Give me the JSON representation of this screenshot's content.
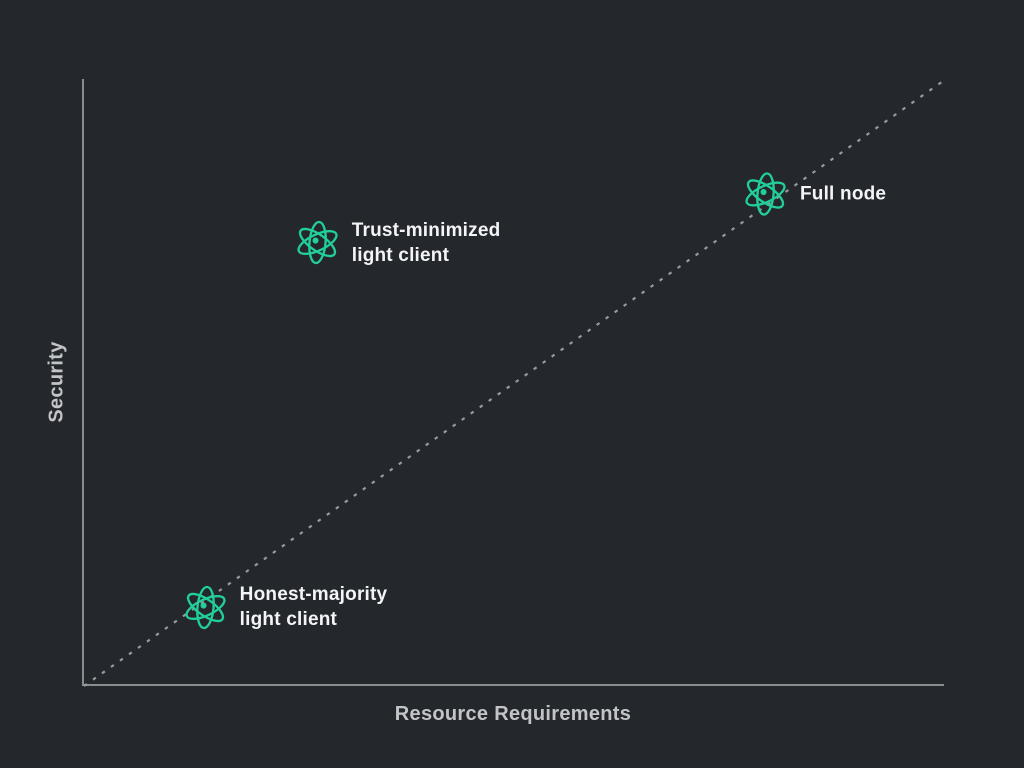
{
  "colors": {
    "background": "#24272C",
    "accent": "#22CE9A",
    "axis": "#8A8D90",
    "dotted_line": "#98999B",
    "point_label_text": "#F3F4F5",
    "axis_label_text": "#C2C4C7"
  },
  "chart_data": {
    "type": "scatter",
    "title": "",
    "xlabel": "Resource Requirements",
    "ylabel": "Security",
    "x_range": [
      0,
      1
    ],
    "y_range": [
      0,
      1
    ],
    "grid": false,
    "legend": false,
    "marker_icon": "atom-icon",
    "points": [
      {
        "id": "honest-majority-light-client",
        "label": "Honest-majority\nlight client",
        "x": 0.14,
        "y": 0.13
      },
      {
        "id": "trust-minimized-light-client",
        "label": "Trust-minimized\nlight client",
        "x": 0.27,
        "y": 0.73
      },
      {
        "id": "full-node",
        "label": "Full node",
        "x": 0.79,
        "y": 0.81
      }
    ],
    "trendline": {
      "style": "dotted",
      "from": [
        0,
        0
      ],
      "to": [
        1,
        1
      ]
    }
  }
}
